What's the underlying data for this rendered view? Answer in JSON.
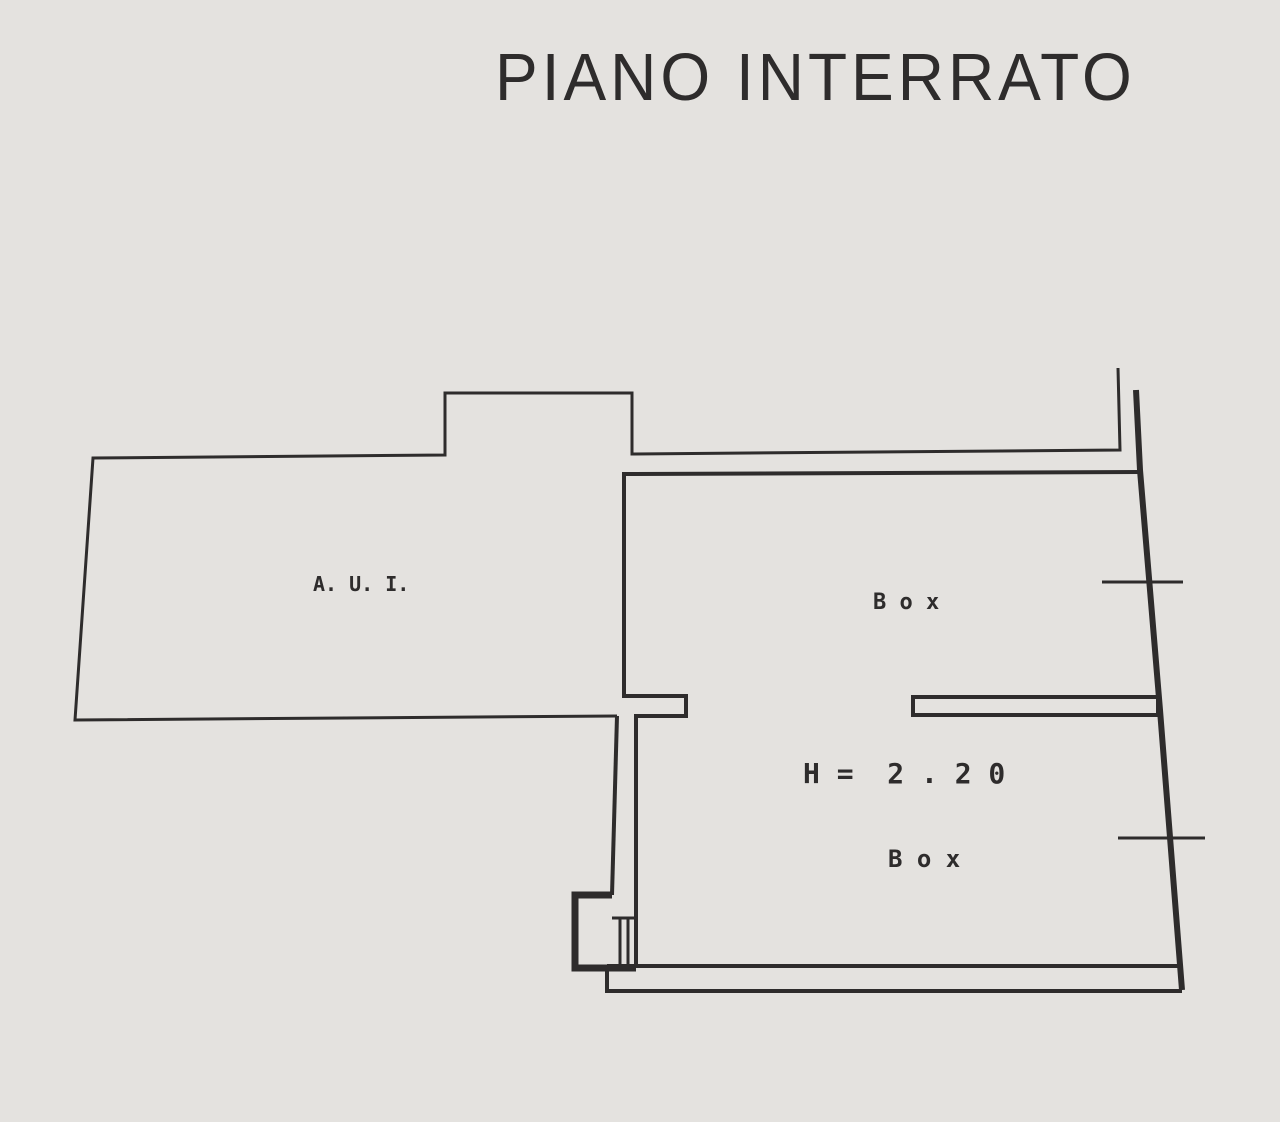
{
  "title": "PIANO INTERRATO",
  "rooms": {
    "aui_label": "A. U. I.",
    "box_top_label": "B o x",
    "height_label": "H =  2 . 2 0",
    "box_bottom_label": "B o x"
  },
  "colors": {
    "paper": "#e4e2df",
    "ink": "#2e2c2c"
  }
}
